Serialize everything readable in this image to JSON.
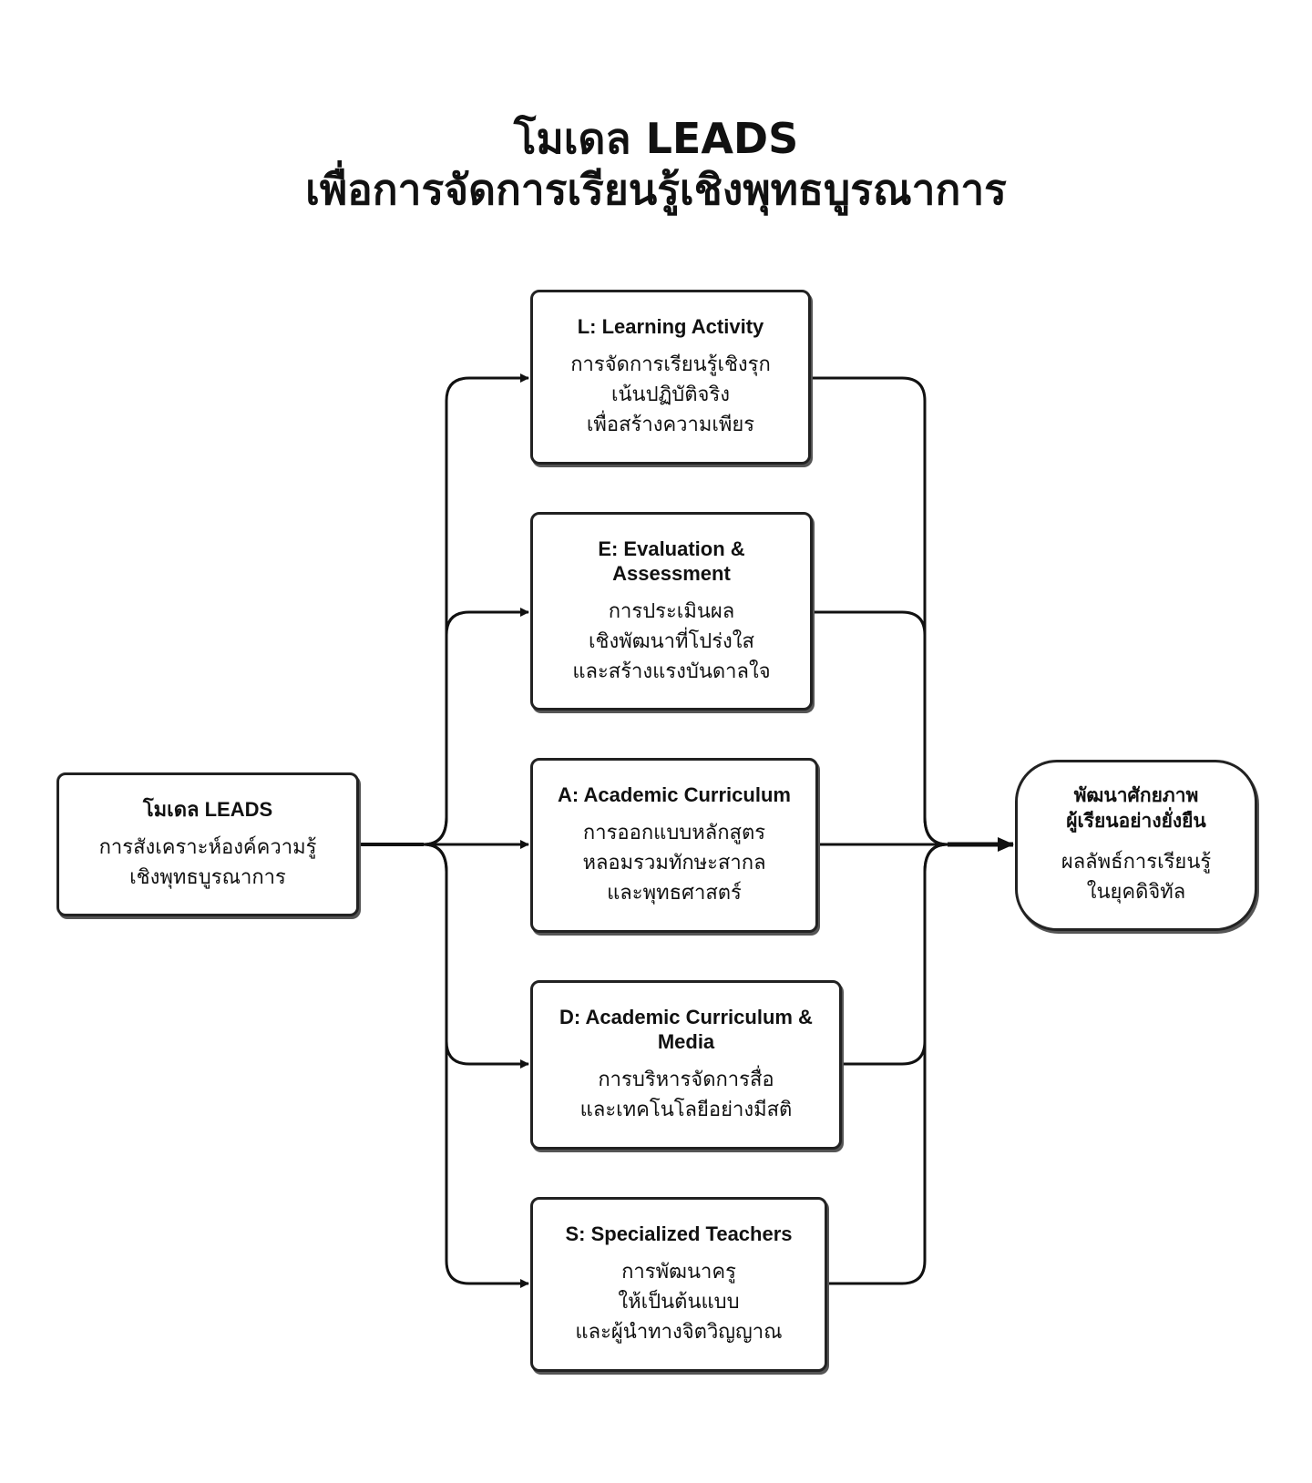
{
  "title": {
    "line1": "โมเดล LEADS",
    "line2": "เพื่อการจัดการเรียนรู้เชิงพุทธบูรณาการ"
  },
  "input": {
    "head": "โมเดล LEADS",
    "body": "การสังเคราะห์องค์ความรู้\nเชิงพุทธบูรณาการ"
  },
  "components": [
    {
      "head": "L: Learning Activity",
      "body": "การจัดการเรียนรู้เชิงรุก\nเน้นปฏิบัติจริง\nเพื่อสร้างความเพียร"
    },
    {
      "head": "E: Evaluation &\nAssessment",
      "body": "การประเมินผล\nเชิงพัฒนาที่โปร่งใส\nและสร้างแรงบันดาลใจ"
    },
    {
      "head": "A: Academic Curriculum",
      "body": "การออกแบบหลักสูตร\nหลอมรวมทักษะสากล\nและพุทธศาสตร์"
    },
    {
      "head": "D: Academic Curriculum &\nMedia",
      "body": "การบริหารจัดการสื่อ\nและเทคโนโลยีอย่างมีสติ"
    },
    {
      "head": "S: Specialized Teachers",
      "body": "การพัฒนาครู\nให้เป็นต้นแบบ\nและผู้นำทางจิตวิญญาณ"
    }
  ],
  "output": {
    "head": "พัฒนาศักยภาพ\nผู้เรียนอย่างยั่งยืน",
    "body": "ผลลัพธ์การเรียนรู้\nในยุคดิจิทัล"
  },
  "colors": {
    "stroke": "#222222",
    "background": "#ffffff",
    "text": "#111111"
  }
}
